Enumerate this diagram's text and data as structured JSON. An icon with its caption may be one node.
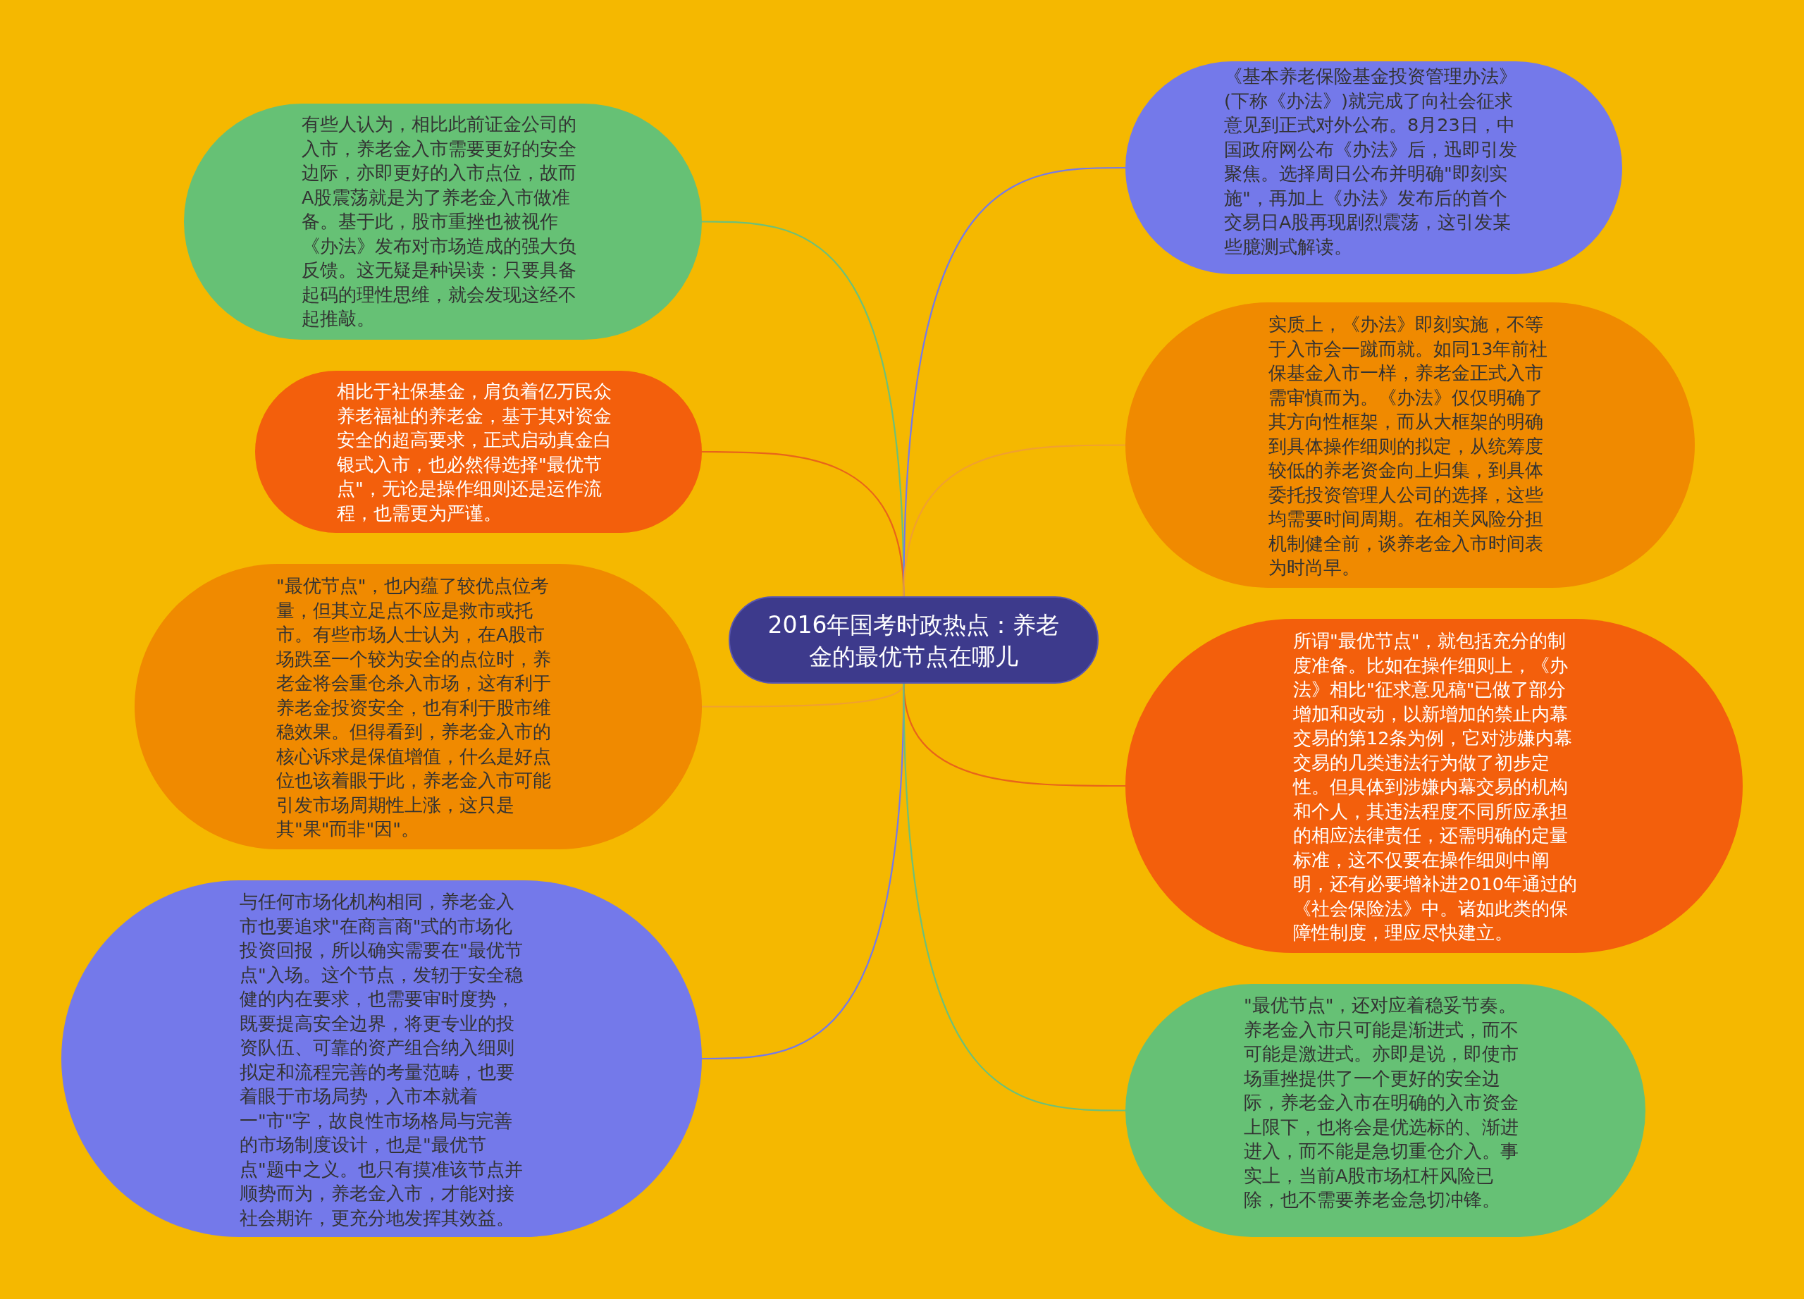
{
  "diagram": {
    "nodes": [
      {
        "text": [
          "2016年国考时政热点：养老金的最优节点在哪儿"
        ]
      },
      {
        "text": [
          "有些人认为，相比此前证金公司的入市，养老金入市需要更好的安全边际，亦即更好的入市点位，故而A股震荡就是为了养老金入市做准备。基于此，股市重挫也被视作《办法》发布对市场造成的强大负反馈。这无疑是种误读：只要具备起码的理性思维，就会发现这经不起推敲。"
        ]
      },
      {
        "text": [
          "相比于社保基金，肩负着亿万民众养老福祉的养老金，基于其对资金安全的超高要求，正式启动真金白银式入市，也必然得选择\"最优节点\"，无论是操作细则还是运作流程，也需更为严谨。"
        ]
      },
      {
        "text": [
          "\"最优节点\"，也内蕴了较优点位考量，但其立足点不应是救市或托市。有些市场人士认为，在A股市场跌至一个较为安全的点位时，养老金将会重仓杀入市场，这有利于养老金投资安全，也有利于股市维稳效果。但得看到，养老金入市的核心诉求是保值增值，什么是好点位也该着眼于此，养老金入市可能引发市场周期性上涨，这只是其\"果\"而非\"因\"。"
        ]
      },
      {
        "text": [
          "与任何市场化机构相同，养老金入市也要追求\"在商言商\"式的市场化投资回报，所以确实需要在\"最优节点\"入场。这个节点，发轫于安全稳健的内在要求，也需要审时度势，既要提高安全边界，将更专业的投资队伍、可靠的资产组合纳入细则拟定和流程完善的考量范畴，也要着眼于市场局势，入市本就着一\"市\"字，故良性市场格局与完善的市场制度设计，也是\"最优节点\"题中之义。也只有摸准该节点并顺势而为，养老金入市，才能对接社会期许，更充分地发挥其效益。"
        ]
      },
      {
        "text": [
          "《基本养老保险基金投资管理办法》(下称《办法》)就完成了向社会征求意见到正式对外公布。8月23日，中国政府网公布《办法》后，迅即引发聚焦。选择周日公布并明确\"即刻实施\"，再加上《办法》发布后的首个交易日A股再现剧烈震荡，这引发某些臆测式解读。"
        ]
      },
      {
        "text": [
          "实质上，《办法》即刻实施，不等于入市会一蹴而就。如同13年前社保基金入市一样，养老金正式入市需审慎而为。《办法》仅仅明确了其方向性框架，而从大框架的明确到具体操作细则的拟定，从统筹度较低的养老资金向上归集，到具体委托投资管理人公司的选择，这些均需要时间周期。在相关风险分担机制健全前，谈养老金入市时间表为时尚早。"
        ]
      },
      {
        "text": [
          "所谓\"最优节点\"，就包括充分的制度准备。比如在操作细则上，《办法》相比\"征求意见稿\"已做了部分增加和改动，以新增加的禁止内幕交易的第12条为例，它对涉嫌内幕交易的几类违法行为做了初步定性。但具体到涉嫌内幕交易的机构和个人，其违法程度不同所应承担的相应法律责任，还需明确的定量标准，这不仅要在操作细则中阐明，还有必要增补进2010年通过的《社会保险法》中。诸如此类的保障性制度，理应尽快建立。"
        ]
      },
      {
        "text": [
          "\"最优节点\"，还对应着稳妥节奏。养老金入市只可能是渐进式，而不可能是激进式。亦即是说，即使市场重挫提供了一个更好的安全边际，养老金入市在明确的入市资金上限下，也将会是优选标的、渐进进入，而不能是急切重仓介入。事实上，当前A股市场杠杆风险已除，也不需要养老金急切冲锋。"
        ]
      }
    ],
    "edges": [
      {
        "from": 0,
        "to": 1,
        "arrow": "none",
        "color": "#6cc07a"
      },
      {
        "from": 0,
        "to": 2,
        "arrow": "none",
        "color": "#e8641a"
      },
      {
        "from": 0,
        "to": 3,
        "arrow": "none",
        "color": "#f0a030"
      },
      {
        "from": 0,
        "to": 4,
        "arrow": "none",
        "color": "#7479ea"
      },
      {
        "from": 0,
        "to": 5,
        "arrow": "none",
        "color": "#7479ea"
      },
      {
        "from": 0,
        "to": 6,
        "arrow": "none",
        "color": "#f0a030"
      },
      {
        "from": 0,
        "to": 7,
        "arrow": "none",
        "color": "#e8641a"
      },
      {
        "from": 0,
        "to": 8,
        "arrow": "none",
        "color": "#6cc07a"
      }
    ]
  }
}
